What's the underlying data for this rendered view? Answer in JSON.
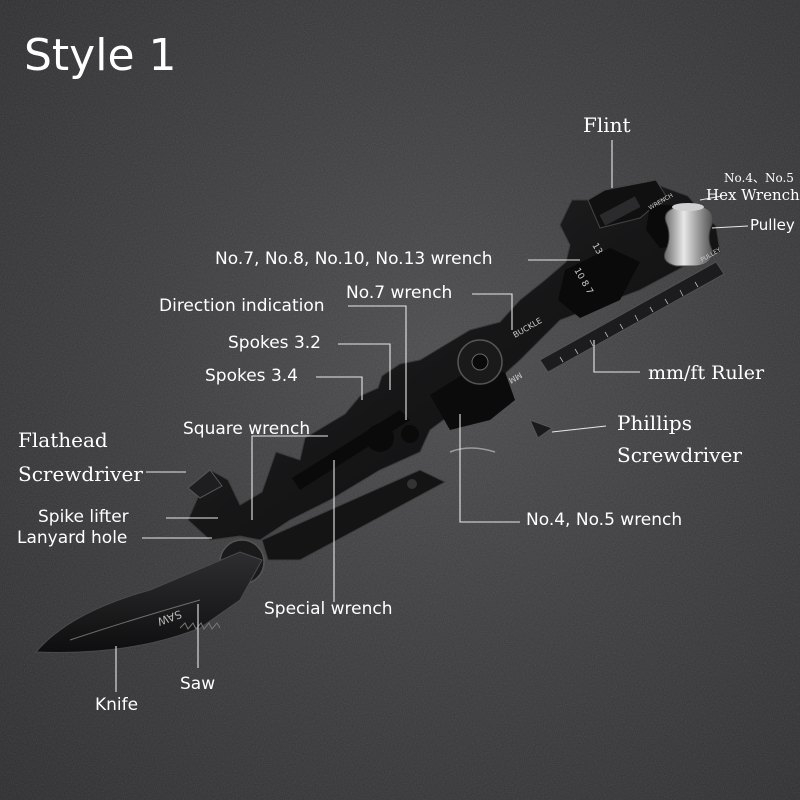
{
  "title": "Style 1",
  "labels": {
    "flint": "Flint",
    "hex_wrench_nos": "No.4、No.5",
    "hex_wrench": "Hex Wrench",
    "pulley": "Pulley",
    "wrench_multi": "No.7, No.8, No.10, No.13 wrench",
    "direction": "Direction indication",
    "no7_wrench": "No.7 wrench",
    "spokes_32": "Spokes 3.2",
    "spokes_34": "Spokes 3.4",
    "ruler": "mm/ft Ruler",
    "phillips_1": "Phillips",
    "phillips_2": "Screwdriver",
    "flathead_1": "Flathead",
    "flathead_2": "Screwdriver",
    "square_wrench": "Square wrench",
    "spike_lifter": "Spike lifter",
    "lanyard_hole": "Lanyard hole",
    "no45_wrench": "No.4, No.5 wrench",
    "special_wrench": "Special wrench",
    "saw": "Saw",
    "knife": "Knife"
  },
  "engravings": {
    "blade": "SAW",
    "buckle": "BUCKLE",
    "mm": "MM",
    "wrench": "WRENCH",
    "pulley": "PULLEY",
    "sizes": "10  8  7",
    "size13": "13"
  }
}
